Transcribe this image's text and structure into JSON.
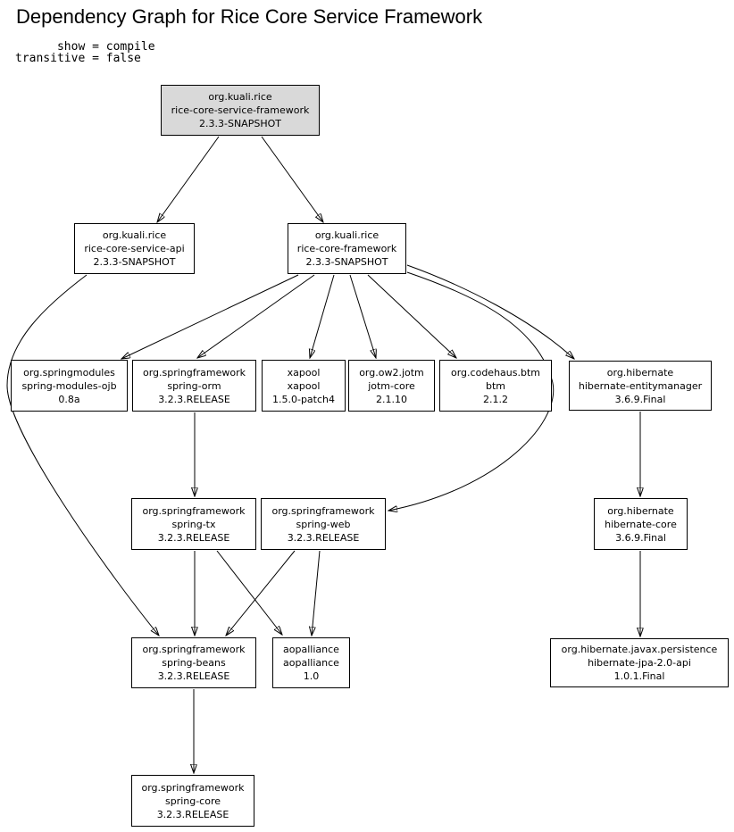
{
  "title": "Dependency Graph for Rice Core Service Framework",
  "settings": {
    "line1": "      show = compile",
    "line2": "transitive = false"
  },
  "colors": {
    "background": "#ffffff",
    "node_fill": "#ffffff",
    "root_node_fill": "#d9d9d9",
    "node_border": "#000000",
    "edge": "#000000",
    "text": "#000000"
  },
  "graph": {
    "nodes": [
      {
        "id": "rice-core-service-framework",
        "lines": [
          "org.kuali.rice",
          "rice-core-service-framework",
          "2.3.3-SNAPSHOT"
        ],
        "fill": "#d9d9d9"
      },
      {
        "id": "rice-core-service-api",
        "lines": [
          "org.kuali.rice",
          "rice-core-service-api",
          "2.3.3-SNAPSHOT"
        ],
        "fill": "#ffffff"
      },
      {
        "id": "rice-core-framework",
        "lines": [
          "org.kuali.rice",
          "rice-core-framework",
          "2.3.3-SNAPSHOT"
        ],
        "fill": "#ffffff"
      },
      {
        "id": "spring-modules-ojb",
        "lines": [
          "org.springmodules",
          "spring-modules-ojb",
          "0.8a"
        ],
        "fill": "#ffffff"
      },
      {
        "id": "spring-orm",
        "lines": [
          "org.springframework",
          "spring-orm",
          "3.2.3.RELEASE"
        ],
        "fill": "#ffffff"
      },
      {
        "id": "xapool",
        "lines": [
          "xapool",
          "xapool",
          "1.5.0-patch4"
        ],
        "fill": "#ffffff"
      },
      {
        "id": "jotm-core",
        "lines": [
          "org.ow2.jotm",
          "jotm-core",
          "2.1.10"
        ],
        "fill": "#ffffff"
      },
      {
        "id": "btm",
        "lines": [
          "org.codehaus.btm",
          "btm",
          "2.1.2"
        ],
        "fill": "#ffffff"
      },
      {
        "id": "hibernate-entitymanager",
        "lines": [
          "org.hibernate",
          "hibernate-entitymanager",
          "3.6.9.Final"
        ],
        "fill": "#ffffff"
      },
      {
        "id": "spring-tx",
        "lines": [
          "org.springframework",
          "spring-tx",
          "3.2.3.RELEASE"
        ],
        "fill": "#ffffff"
      },
      {
        "id": "spring-web",
        "lines": [
          "org.springframework",
          "spring-web",
          "3.2.3.RELEASE"
        ],
        "fill": "#ffffff"
      },
      {
        "id": "hibernate-core",
        "lines": [
          "org.hibernate",
          "hibernate-core",
          "3.6.9.Final"
        ],
        "fill": "#ffffff"
      },
      {
        "id": "spring-beans",
        "lines": [
          "org.springframework",
          "spring-beans",
          "3.2.3.RELEASE"
        ],
        "fill": "#ffffff"
      },
      {
        "id": "aopalliance",
        "lines": [
          "aopalliance",
          "aopalliance",
          "1.0"
        ],
        "fill": "#ffffff"
      },
      {
        "id": "hibernate-jpa-2.0-api",
        "lines": [
          "org.hibernate.javax.persistence",
          "hibernate-jpa-2.0-api",
          "1.0.1.Final"
        ],
        "fill": "#ffffff"
      },
      {
        "id": "spring-core",
        "lines": [
          "org.springframework",
          "spring-core",
          "3.2.3.RELEASE"
        ],
        "fill": "#ffffff"
      }
    ],
    "edges": [
      {
        "from": "rice-core-service-framework",
        "to": "rice-core-service-api"
      },
      {
        "from": "rice-core-service-framework",
        "to": "rice-core-framework"
      },
      {
        "from": "rice-core-service-api",
        "to": "spring-beans"
      },
      {
        "from": "rice-core-framework",
        "to": "spring-modules-ojb"
      },
      {
        "from": "rice-core-framework",
        "to": "spring-orm"
      },
      {
        "from": "rice-core-framework",
        "to": "xapool"
      },
      {
        "from": "rice-core-framework",
        "to": "jotm-core"
      },
      {
        "from": "rice-core-framework",
        "to": "btm"
      },
      {
        "from": "rice-core-framework",
        "to": "hibernate-entitymanager"
      },
      {
        "from": "rice-core-framework",
        "to": "spring-web"
      },
      {
        "from": "spring-orm",
        "to": "spring-tx"
      },
      {
        "from": "spring-tx",
        "to": "spring-beans"
      },
      {
        "from": "spring-tx",
        "to": "aopalliance"
      },
      {
        "from": "spring-web",
        "to": "spring-beans"
      },
      {
        "from": "spring-web",
        "to": "aopalliance"
      },
      {
        "from": "spring-beans",
        "to": "spring-core"
      },
      {
        "from": "hibernate-entitymanager",
        "to": "hibernate-core"
      },
      {
        "from": "hibernate-core",
        "to": "hibernate-jpa-2.0-api"
      }
    ]
  }
}
